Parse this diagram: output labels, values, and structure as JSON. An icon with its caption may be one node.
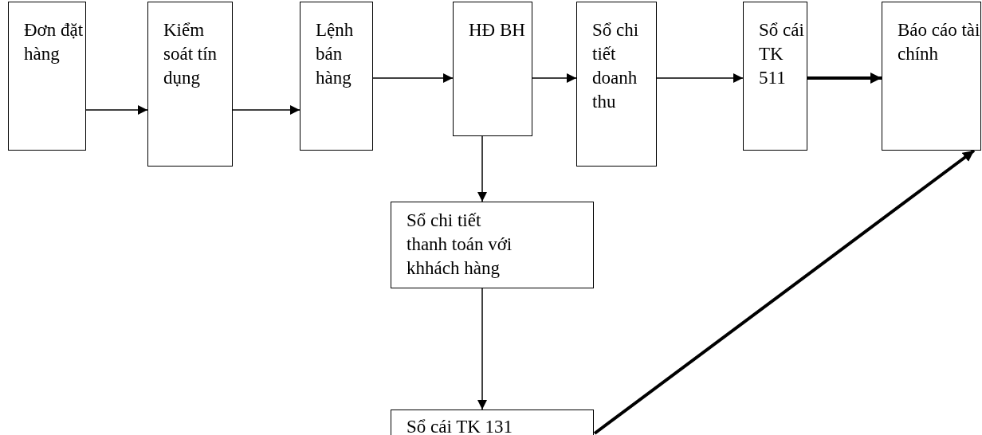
{
  "diagram": {
    "nodes": [
      {
        "text": [
          "Đơn đặt hàng"
        ]
      },
      {
        "text": [
          "Kiểm soát tín dụng"
        ]
      },
      {
        "text": [
          "Lệnh bán hàng"
        ]
      },
      {
        "text": [
          "HĐ BH"
        ]
      },
      {
        "text": [
          "Sổ chi tiết doanh thu"
        ]
      },
      {
        "text": [
          "Sổ cái TK 511"
        ]
      },
      {
        "text": [
          "Báo cáo tài chính"
        ]
      },
      {
        "text": [
          "Sổ chi tiết thanh toán với khhách hàng"
        ]
      },
      {
        "text": [
          "Sổ cái TK 131"
        ]
      }
    ],
    "edges": [
      {
        "from": 0,
        "to": 1,
        "arrow": "to"
      },
      {
        "from": 1,
        "to": 2,
        "arrow": "to"
      },
      {
        "from": 2,
        "to": 3,
        "arrow": "to"
      },
      {
        "from": 3,
        "to": 4,
        "arrow": "to"
      },
      {
        "from": 4,
        "to": 5,
        "arrow": "to"
      },
      {
        "from": 5,
        "to": 6,
        "arrow": "to",
        "style": "thick"
      },
      {
        "from": 3,
        "to": 7,
        "arrow": "to"
      },
      {
        "from": 7,
        "to": 8,
        "arrow": "to"
      },
      {
        "from": 8,
        "to": 6,
        "arrow": "to",
        "style": "thick"
      }
    ]
  }
}
